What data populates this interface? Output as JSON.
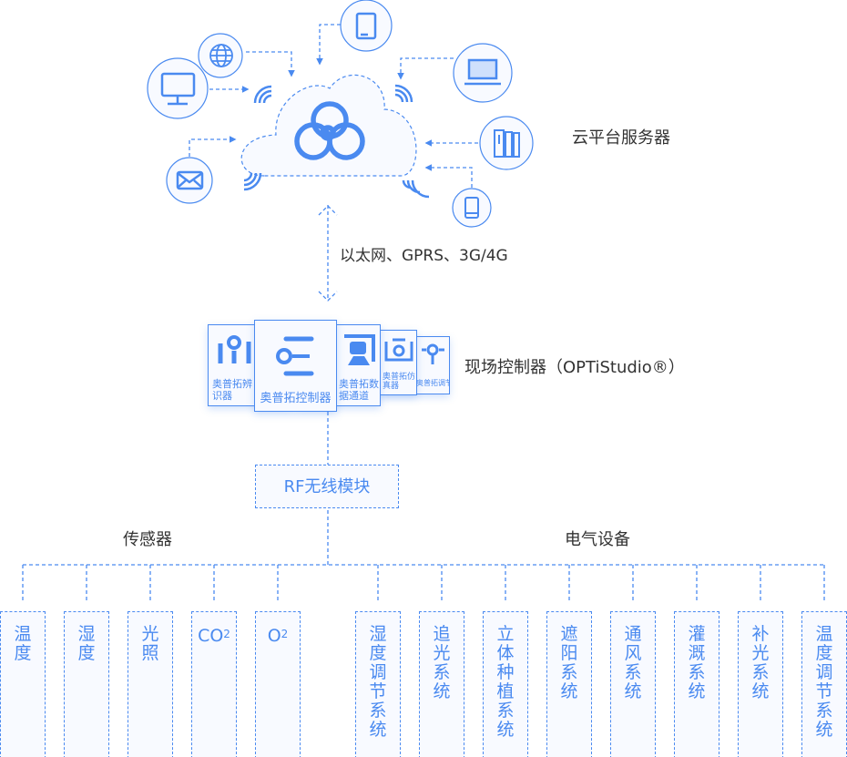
{
  "colors": {
    "accent": "#4a8af0",
    "text": "#333333",
    "box_bg": "#f8faff"
  },
  "cloud": {
    "label": "云平台服务器",
    "icons": [
      "monitor-icon",
      "globe-icon",
      "tablet-icon",
      "laptop-icon",
      "server-icon",
      "mail-icon",
      "phone-icon",
      "cloud-logo-icon"
    ]
  },
  "link_label": "以太网、GPRS、3G/4G",
  "controller": {
    "label": "现场控制器（OPTiStudio®）",
    "cards": [
      {
        "label": "奥普拓辨识器"
      },
      {
        "label": "奥普拓控制器"
      },
      {
        "label": "奥普拓数据通道"
      },
      {
        "label": "奥普拓仿真器"
      },
      {
        "label": "奥普拓调节器"
      }
    ]
  },
  "rf_module": "RF无线模块",
  "sensors": {
    "title": "传感器",
    "items": [
      {
        "label": "温度"
      },
      {
        "label": "湿度"
      },
      {
        "label": "光照"
      },
      {
        "label": "CO",
        "sub": "2"
      },
      {
        "label": "O",
        "sub": "2"
      }
    ]
  },
  "devices": {
    "title": "电气设备",
    "items": [
      {
        "label": "湿度调节系统"
      },
      {
        "label": "追光系统"
      },
      {
        "label": "立体种植系统"
      },
      {
        "label": "遮阳系统"
      },
      {
        "label": "通风系统"
      },
      {
        "label": "灌溉系统"
      },
      {
        "label": "补光系统"
      },
      {
        "label": "温度调节系统"
      }
    ]
  }
}
